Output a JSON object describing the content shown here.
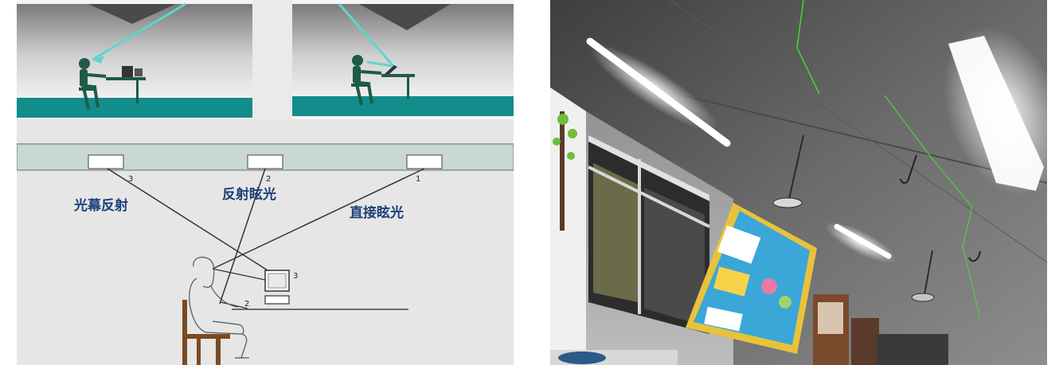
{
  "left_diagram": {
    "glare_labels": {
      "veiling_reflection": "光幕反射",
      "reflected_glare": "反射眩光",
      "direct_glare": "直接眩光"
    },
    "ray_numbers": [
      "3",
      "2",
      "1"
    ],
    "monitor_number": "3",
    "eye_number": "2",
    "colors": {
      "floor": "#138c8c",
      "figure": "#1f5a4a",
      "light_beam": "#5fd4d0",
      "ceiling_band": "#c8d8d2",
      "label": "#1d3f7a"
    }
  },
  "right_photo": {
    "subject": "classroom ceiling with fluorescent tube lights",
    "colors": {
      "ceiling": "#5a5a5a",
      "light": "#ffffff",
      "bulletin_board": "#3aa7d8",
      "laser_line": "#4ad23a"
    }
  }
}
